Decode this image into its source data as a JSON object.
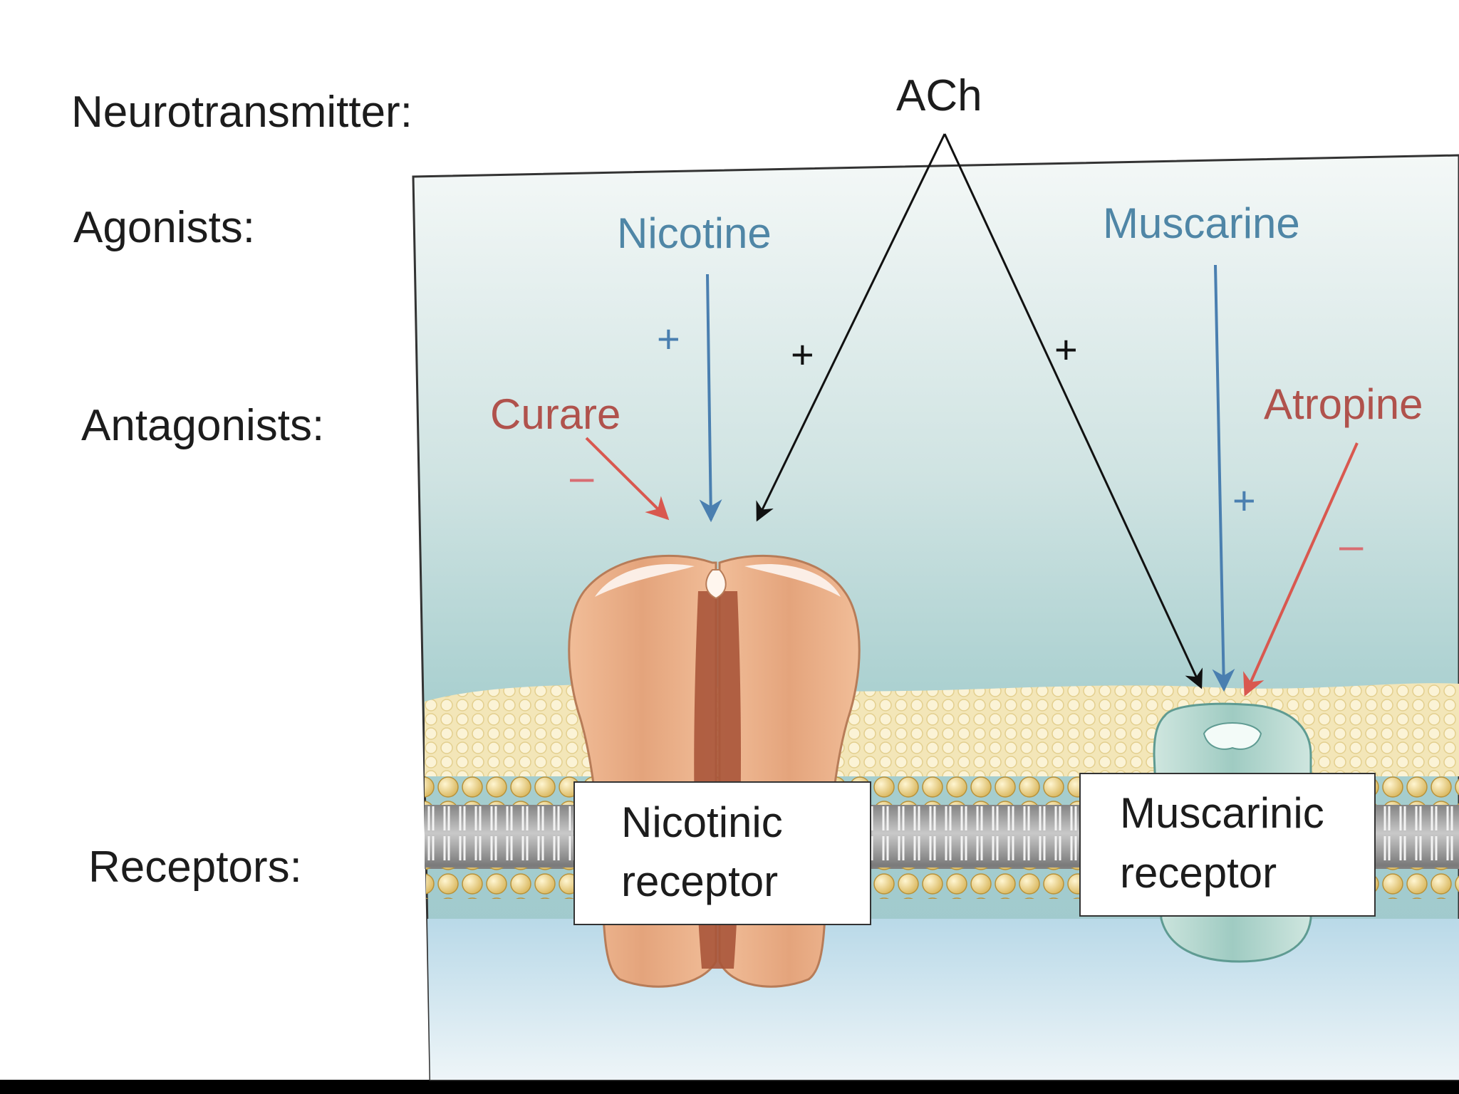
{
  "row_labels": {
    "neurotransmitter": "Neurotransmitter:",
    "agonists": "Agonists:",
    "antagonists": "Antagonists:",
    "receptors": "Receptors:"
  },
  "neurotransmitter": "ACh",
  "agonists": {
    "nicotinic": "Nicotine",
    "muscarinic": "Muscarine"
  },
  "antagonists": {
    "nicotinic": "Curare",
    "muscarinic": "Atropine"
  },
  "receptors": {
    "nicotinic": {
      "line1": "Nicotinic",
      "line2": "receptor"
    },
    "muscarinic": {
      "line1": "Muscarinic",
      "line2": "receptor"
    }
  },
  "signs": {
    "plus": "+",
    "minus": "–"
  },
  "colors": {
    "agonist": "#4f86a6",
    "antagonist": "#b0524c",
    "ach_arrow": "#111111",
    "nicotinic_receptor": "#e9a982",
    "muscarinic_receptor": "#a9d0c8",
    "extracellular": "#b5d6d5",
    "membrane_heads": "#e9cf7c"
  }
}
